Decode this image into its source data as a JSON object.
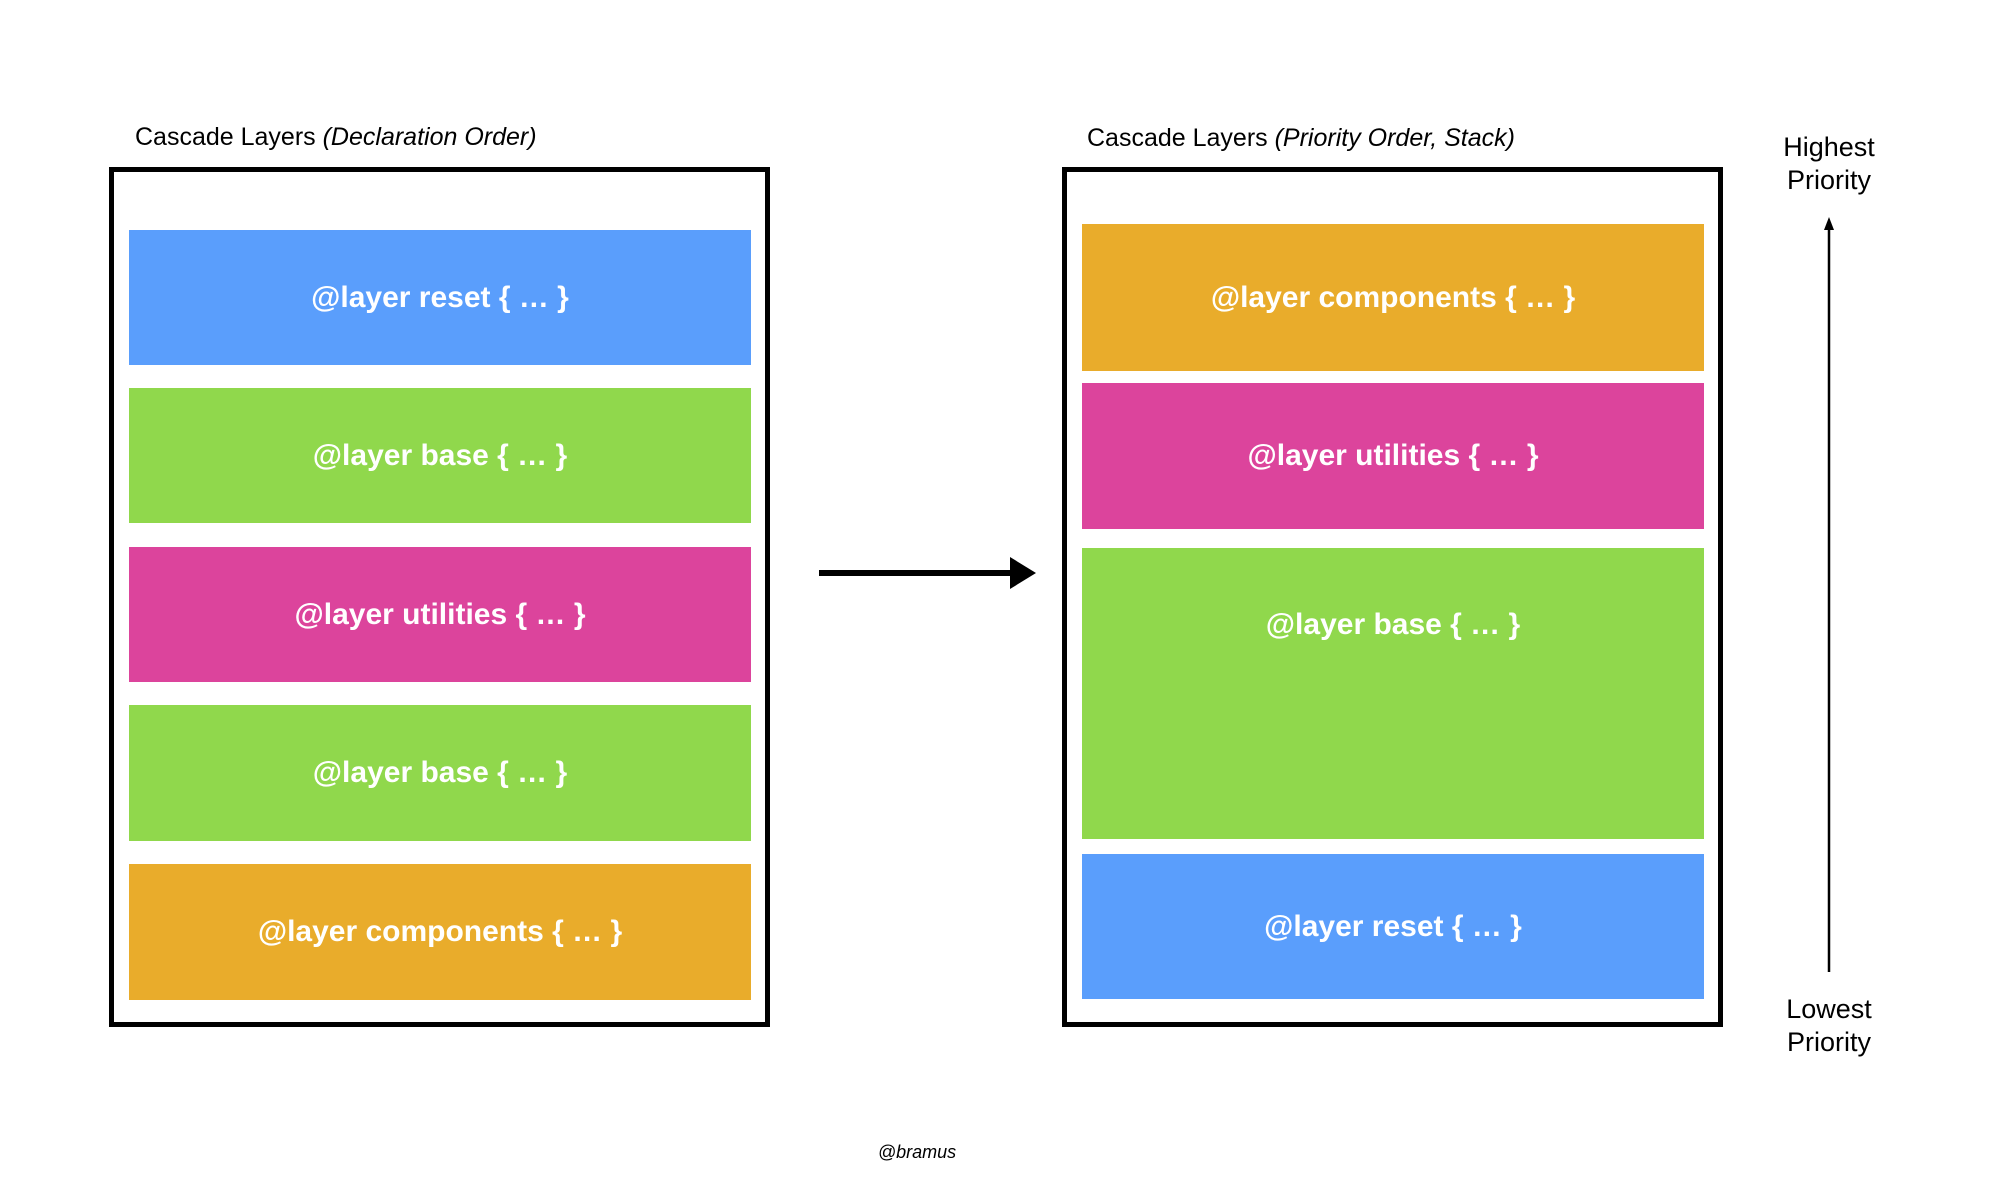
{
  "left": {
    "title": "Cascade Layers",
    "title_italic": "(Declaration Order)",
    "layers": [
      {
        "label": "@layer reset { … }",
        "color": "#5A9EFC"
      },
      {
        "label": "@layer base { … }",
        "color": "#90D84C"
      },
      {
        "label": "@layer utilities { … }",
        "color": "#DC449C"
      },
      {
        "label": "@layer base { … }",
        "color": "#90D84C"
      },
      {
        "label": "@layer components { … }",
        "color": "#E9AC2B"
      }
    ]
  },
  "right": {
    "title": "Cascade Layers",
    "title_italic": "(Priority Order, Stack)",
    "layers": [
      {
        "label": "@layer components { … }",
        "color": "#E9AC2B"
      },
      {
        "label": "@layer utilities { … }",
        "color": "#DC449C"
      },
      {
        "label": "@layer base { … }",
        "color": "#90D84C"
      },
      {
        "label": "@layer reset { … }",
        "color": "#5A9EFC"
      }
    ]
  },
  "priority": {
    "highest_1": "Highest",
    "highest_2": "Priority",
    "lowest_1": "Lowest",
    "lowest_2": "Priority"
  },
  "credit": "@bramus"
}
